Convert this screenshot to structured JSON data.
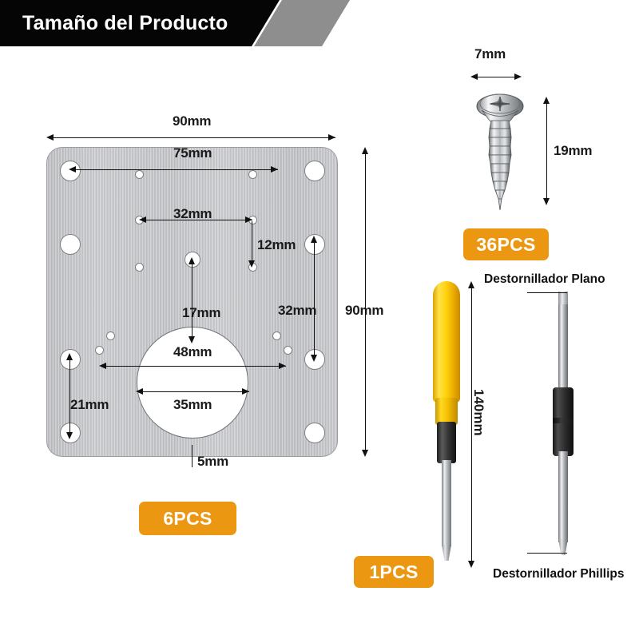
{
  "header": {
    "title": "Tamaño del Producto"
  },
  "plate": {
    "name": "mounting-plate",
    "dimensions": {
      "overall_width": "90mm",
      "overall_height": "90mm",
      "top_hole_span": "75mm",
      "mid_hole_span": "32mm",
      "vertical_small_offset": "12mm",
      "center_to_circle": "17mm",
      "right_column_span": "32mm",
      "left_column_span": "21mm",
      "small_hole_span": "48mm",
      "circle_diameter": "35mm",
      "edge_gap": "5mm"
    },
    "quantity_badge": "6PCS"
  },
  "screw": {
    "name": "wood-screw",
    "width": "7mm",
    "length": "19mm",
    "quantity_badge": "36PCS"
  },
  "screwdriver": {
    "name": "screwdriver",
    "length": "140mm",
    "quantity_badge": "1PCS",
    "label_flat": "Destornillador Plano",
    "label_phillips": "Destornillador Phillips"
  },
  "colors": {
    "badge_orange": "#eb9712",
    "banner_black": "#050505",
    "banner_gray": "#8e8e8e",
    "plate_silver": "#c5c6c8",
    "handle_yellow": "#ffd20c"
  }
}
